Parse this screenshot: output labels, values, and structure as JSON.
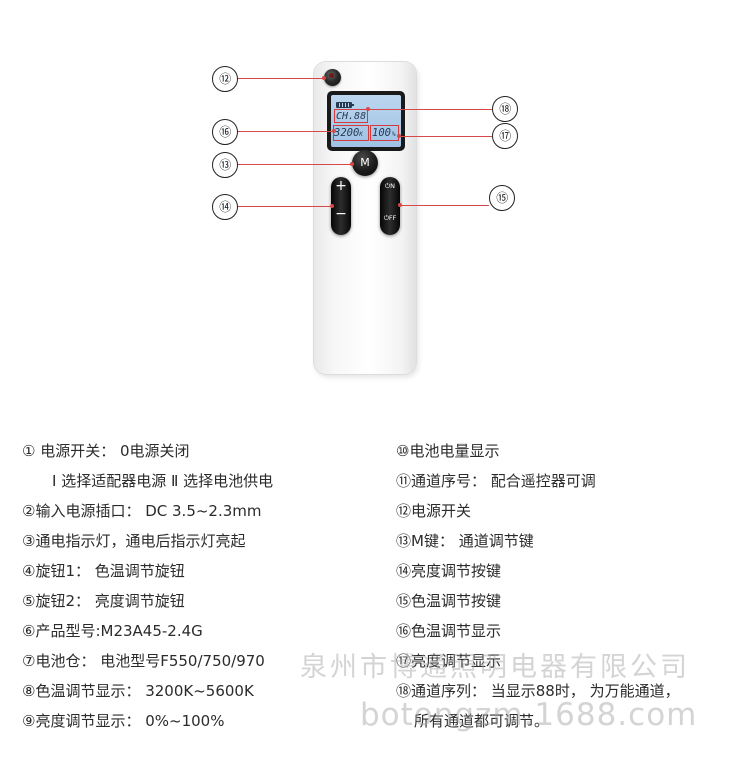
{
  "device": {
    "lcd": {
      "channel": "CH.88",
      "color_temp": "3200",
      "color_temp_unit": "K",
      "brightness": "100",
      "brightness_unit": "%"
    },
    "buttons": {
      "m": "M",
      "plus": "+",
      "minus": "−",
      "on": "⏻N",
      "off": "⏻FF"
    }
  },
  "callouts": [
    "⑫",
    "⑯",
    "⑬",
    "⑭",
    "⑱",
    "⑰",
    "⑮"
  ],
  "legend": {
    "left": [
      "① 电源开关：  0电源关闭",
      "Ⅰ 选择适配器电源 Ⅱ 选择电池供电",
      "②输入电源插口：  DC 3.5~2.3mm",
      "③通电指示灯，通电后指示灯亮起",
      "④旋钮1：  色温调节旋钮",
      "⑤旋钮2：  亮度调节旋钮",
      "⑥产品型号:M23A45-2.4G",
      "⑦电池仓：  电池型号F550/750/970",
      "⑧色温调节显示：  3200K~5600K",
      "⑨亮度调节显示：  0%~100%"
    ],
    "right": [
      "⑩电池电量显示",
      "⑪通道序号：  配合遥控器可调",
      "⑫电源开关",
      "⑬M键：  通道调节键",
      "⑭亮度调节按键",
      "⑮色温调节按键",
      "⑯色温调节显示",
      "⑰亮度调节显示",
      "⑱通道序列：  当显示88时，  为万能通道，",
      "所有通道都可调节。"
    ]
  },
  "watermark": {
    "line1": "泉州市博通照明电器有限公司",
    "line2": "botongzm.1688.com"
  }
}
